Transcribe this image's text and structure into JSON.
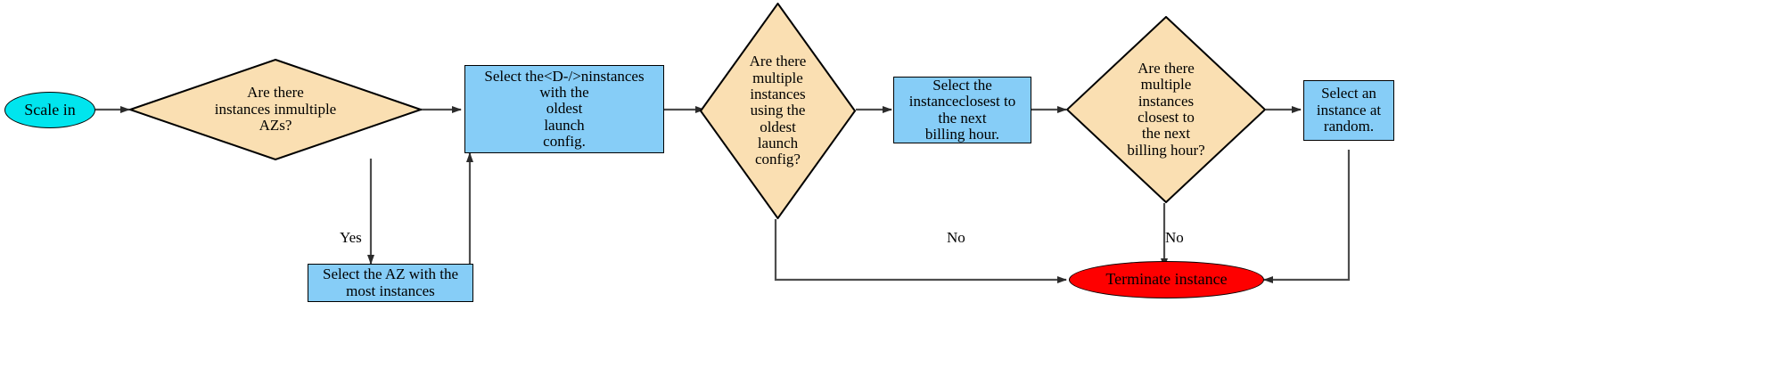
{
  "diagram": {
    "title": "Auto Scaling scale-in instance termination flowchart",
    "colors": {
      "start_fill": "#00e5ee",
      "terminal_fill": "#fe0000",
      "decision_fill": "#fadfb2",
      "process_fill": "#86cdf7",
      "stroke": "#000000",
      "edge": "#4d4d4d"
    },
    "nodes": [
      {
        "id": "scale-in",
        "shape": "ellipse",
        "label": "Scale in"
      },
      {
        "id": "multiple-azs",
        "shape": "diamond",
        "label": "Are there\ninstances inmultiple\nAZs?"
      },
      {
        "id": "oldest-launch-config",
        "shape": "box",
        "label": "Select the<D-/>ninstances\nwith the\noldest\nlaunch\nconfig."
      },
      {
        "id": "select-az",
        "shape": "box",
        "label": "Select the AZ with the\nmost instances"
      },
      {
        "id": "multiple-oldest-config",
        "shape": "diamond",
        "label": "Are there\nmultiple\ninstances\nusing the\noldest\nlaunch\nconfig?"
      },
      {
        "id": "closest-billing-hour",
        "shape": "box",
        "label": "Select the\ninstanceclosest to\nthe next\nbilling hour."
      },
      {
        "id": "multiple-closest-billing",
        "shape": "diamond",
        "label": "Are there\nmultiple\ninstances\nclosest to\nthe next\nbilling hour?"
      },
      {
        "id": "select-random",
        "shape": "box",
        "label": "Select an\ninstance at\nrandom."
      },
      {
        "id": "terminate",
        "shape": "ellipse",
        "label": "Terminate instance"
      }
    ],
    "edge_labels": [
      {
        "id": "yes-multiple-azs",
        "label": "Yes"
      },
      {
        "id": "no-oldest-config",
        "label": "No"
      },
      {
        "id": "no-closest-billing",
        "label": "No"
      }
    ]
  }
}
